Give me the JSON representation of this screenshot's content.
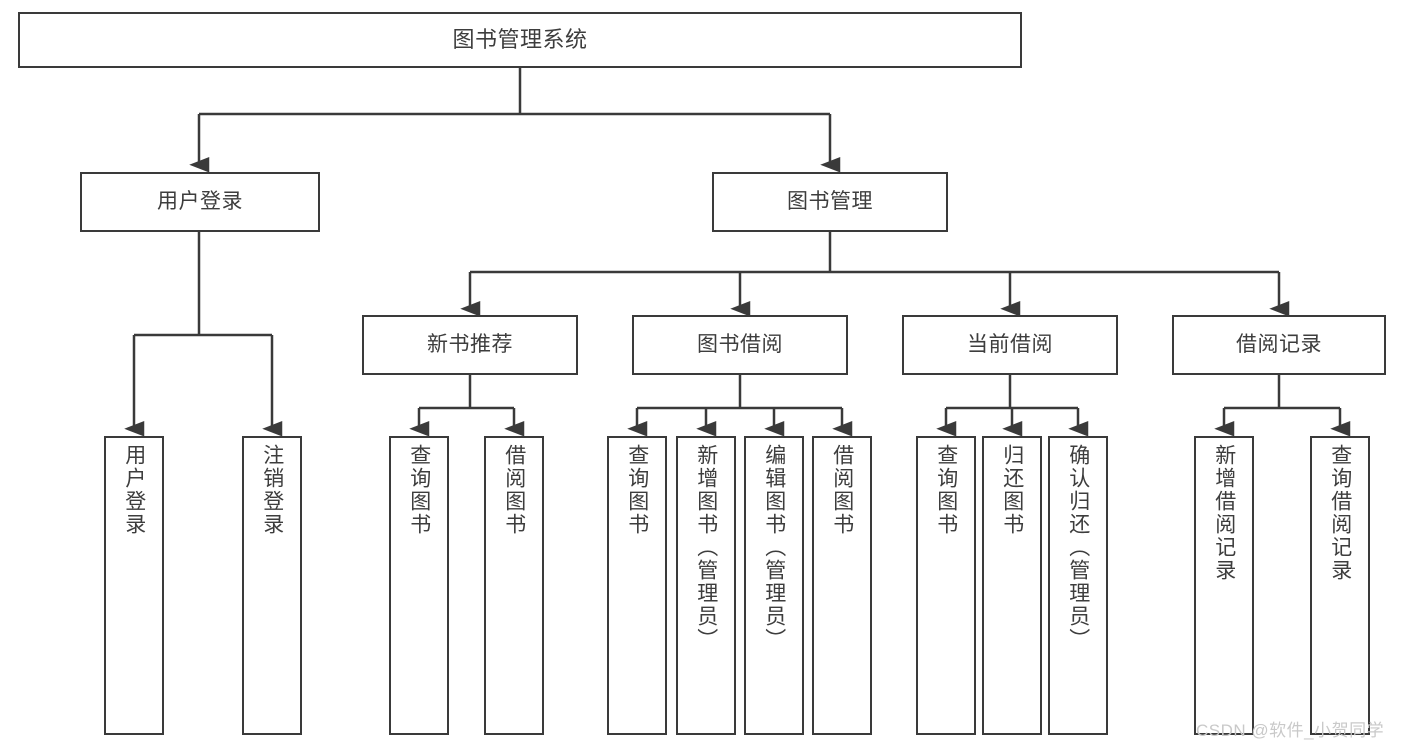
{
  "diagram": {
    "title": "图书管理系统",
    "type": "tree",
    "orientation": "top-down",
    "line_color": "#3a3a3a",
    "box_fill": "#ffffff",
    "text_color": "#3d3d3d",
    "background": "#ffffff"
  },
  "watermark": {
    "text": "CSDN @软件_小贺同学",
    "color": "#c9c9c9"
  },
  "nodes": {
    "root": {
      "label": "图书管理系统",
      "level": 0,
      "orient": "horizontal"
    },
    "l1": [
      {
        "id": "user_login",
        "label": "用户登录",
        "orient": "horizontal"
      },
      {
        "id": "book_manage",
        "label": "图书管理",
        "orient": "horizontal"
      }
    ],
    "l2": [
      {
        "id": "new_book_rec",
        "label": "新书推荐",
        "orient": "horizontal",
        "parent": "book_manage"
      },
      {
        "id": "book_borrow",
        "label": "图书借阅",
        "orient": "horizontal",
        "parent": "book_manage"
      },
      {
        "id": "current_borrow",
        "label": "当前借阅",
        "orient": "horizontal",
        "parent": "book_manage"
      },
      {
        "id": "borrow_record",
        "label": "借阅记录",
        "orient": "horizontal",
        "parent": "book_manage"
      }
    ],
    "leaves": [
      {
        "id": "leaf_user_login",
        "label": "用户登录",
        "orient": "vertical",
        "parent": "user_login"
      },
      {
        "id": "leaf_logout",
        "label": "注销登录",
        "orient": "vertical",
        "parent": "user_login"
      },
      {
        "id": "leaf_query_book_1",
        "label": "查询图书",
        "orient": "vertical",
        "parent": "new_book_rec"
      },
      {
        "id": "leaf_borrow_book_1",
        "label": "借阅图书",
        "orient": "vertical",
        "parent": "new_book_rec"
      },
      {
        "id": "leaf_query_book_2",
        "label": "查询图书",
        "orient": "vertical",
        "parent": "book_borrow"
      },
      {
        "id": "leaf_add_book",
        "label": "新增图书（管理员）",
        "orient": "vertical",
        "parent": "book_borrow"
      },
      {
        "id": "leaf_edit_book",
        "label": "编辑图书（管理员）",
        "orient": "vertical",
        "parent": "book_borrow"
      },
      {
        "id": "leaf_borrow_book_2",
        "label": "借阅图书",
        "orient": "vertical",
        "parent": "book_borrow"
      },
      {
        "id": "leaf_query_book_3",
        "label": "查询图书",
        "orient": "vertical",
        "parent": "current_borrow"
      },
      {
        "id": "leaf_return_book",
        "label": "归还图书",
        "orient": "vertical",
        "parent": "current_borrow"
      },
      {
        "id": "leaf_confirm_return",
        "label": "确认归还（管理员）",
        "orient": "vertical",
        "parent": "current_borrow"
      },
      {
        "id": "leaf_add_record",
        "label": "新增借阅记录",
        "orient": "vertical",
        "parent": "borrow_record"
      },
      {
        "id": "leaf_query_record",
        "label": "查询借阅记录",
        "orient": "vertical",
        "parent": "borrow_record"
      }
    ]
  }
}
